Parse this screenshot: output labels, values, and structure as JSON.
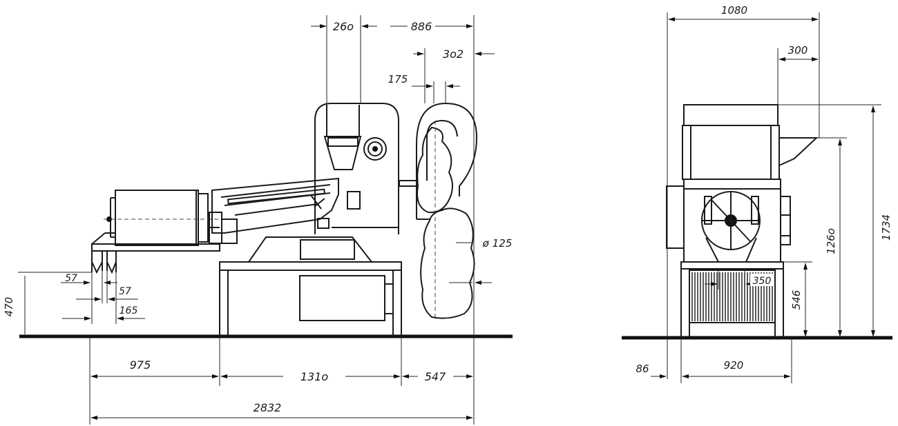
{
  "side_view": {
    "dims": {
      "d260": "26o",
      "d886": "886",
      "d302": "3o2",
      "d175": "175",
      "d125": "ø 125",
      "d57a": "57",
      "d57b": "57",
      "d165": "165",
      "d470": "470",
      "d975": "975",
      "d1310": "131o",
      "d547": "547",
      "d2832": "2832"
    }
  },
  "front_view": {
    "dims": {
      "d1080": "1080",
      "d300": "300",
      "d1734": "1734",
      "d1260": "126o",
      "d546": "546",
      "d350": "350",
      "d86": "86",
      "d920": "920"
    }
  }
}
